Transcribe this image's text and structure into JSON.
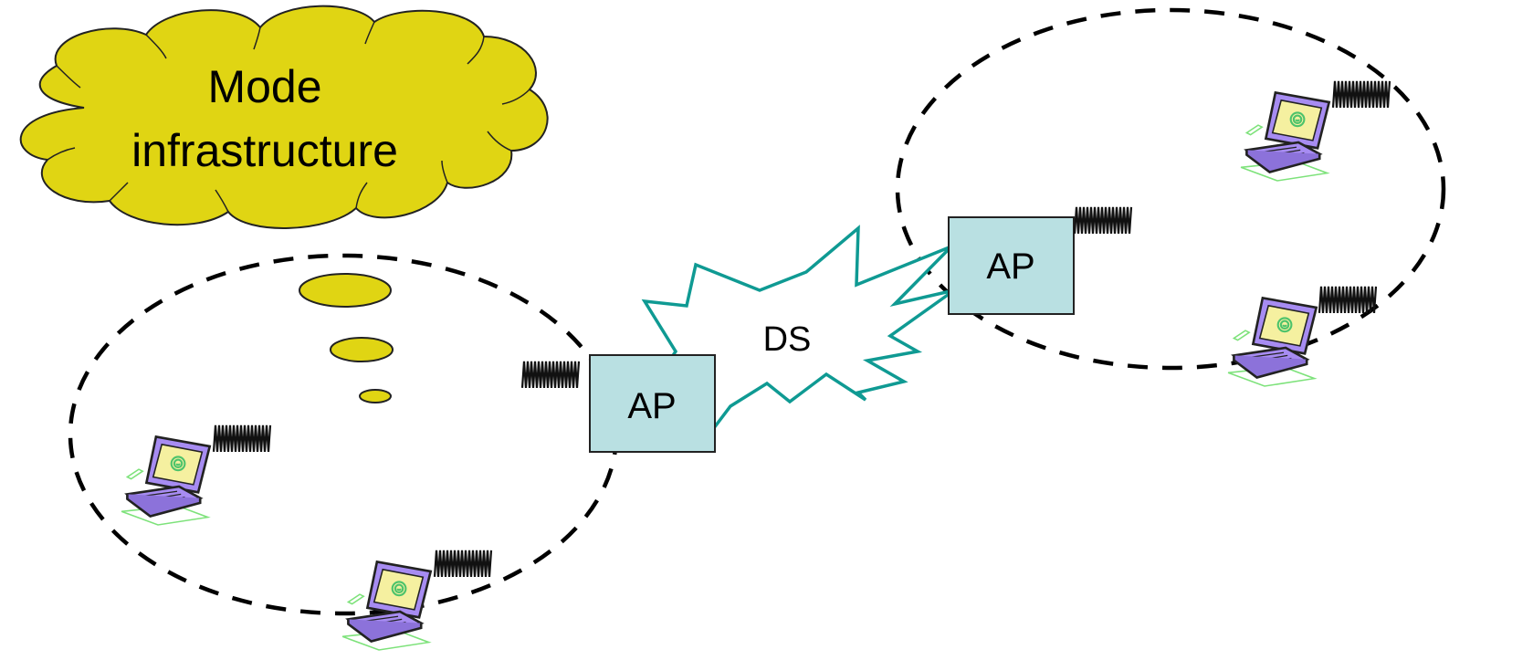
{
  "cloud": {
    "title_line1": "Mode",
    "title_line2": "infrastructure"
  },
  "access_points": [
    {
      "label": "AP"
    },
    {
      "label": "AP"
    }
  ],
  "distribution_system": {
    "label": "DS"
  },
  "colors": {
    "cloud_fill": "#E0D513",
    "ap_fill": "#B9E0E2",
    "ds_stroke": "#0F9A93",
    "laptop_body": "#A78CF2",
    "laptop_screen": "#F5F0A0",
    "laptop_swirl": "#4CC36B",
    "laptop_accent": "#7DE27A"
  },
  "icons": {
    "laptop": "laptop-icon",
    "signal": "radio-signal-icon",
    "cloud": "thought-cloud-icon",
    "explosion": "starburst-icon"
  }
}
